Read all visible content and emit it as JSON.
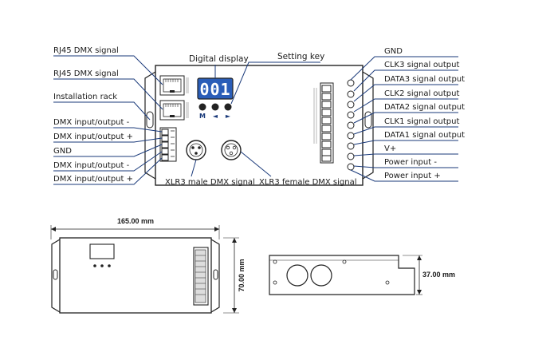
{
  "diagram": {
    "colors": {
      "line": "#1a3a7a",
      "outline": "#222222",
      "display_bg": "#2a5db8",
      "button": "#222222"
    },
    "display_value": "001",
    "buttons": [
      "M",
      "◄",
      "►"
    ],
    "top_labels": {
      "digital_display": "Digital display",
      "setting_key": "Setting key"
    },
    "left_labels": [
      "RJ45 DMX signal",
      "RJ45 DMX signal",
      "Installation rack",
      "DMX input/output -",
      "DMX input/output +",
      "GND",
      "DMX input/output -",
      "DMX input/output +"
    ],
    "right_labels": [
      "GND",
      "CLK3 signal output",
      "DATA3 signal output",
      "CLK2 signal output",
      "DATA2 signal output",
      "CLK1 signal output",
      "DATA1 signal output",
      "V+",
      "Power input -",
      "Power input +"
    ],
    "bottom_labels": {
      "xlr_male": "XLR3 male DMX signal",
      "xlr_female": "XLR3 female DMX signal"
    },
    "dimensions": {
      "width": "165.00 mm",
      "height": "70.00 mm",
      "depth": "37.00 mm"
    }
  }
}
